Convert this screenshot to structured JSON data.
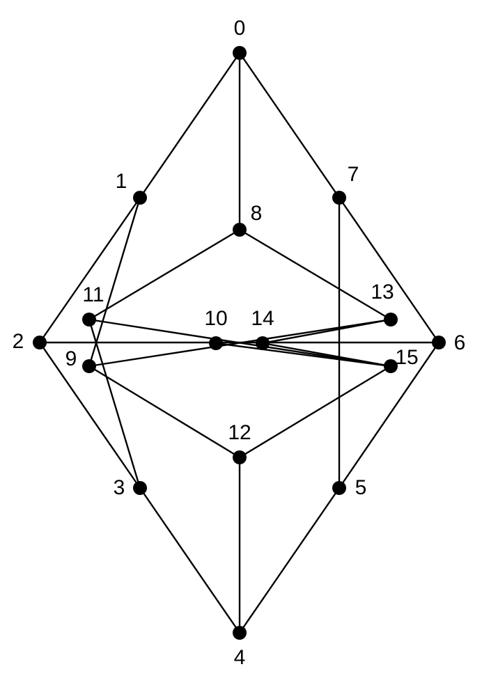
{
  "graph": {
    "colors": {
      "edge": "#000000",
      "node": "#000000",
      "label": "#000000",
      "background": "#ffffff"
    },
    "nodes": [
      {
        "id": 0,
        "label": "0"
      },
      {
        "id": 1,
        "label": "1"
      },
      {
        "id": 2,
        "label": "2"
      },
      {
        "id": 3,
        "label": "3"
      },
      {
        "id": 4,
        "label": "4"
      },
      {
        "id": 5,
        "label": "5"
      },
      {
        "id": 6,
        "label": "6"
      },
      {
        "id": 7,
        "label": "7"
      },
      {
        "id": 8,
        "label": "8"
      },
      {
        "id": 9,
        "label": "9"
      },
      {
        "id": 10,
        "label": "10"
      },
      {
        "id": 11,
        "label": "11"
      },
      {
        "id": 12,
        "label": "12"
      },
      {
        "id": 13,
        "label": "13"
      },
      {
        "id": 14,
        "label": "14"
      },
      {
        "id": 15,
        "label": "15"
      }
    ],
    "edges": [
      [
        0,
        1
      ],
      [
        0,
        8
      ],
      [
        0,
        7
      ],
      [
        1,
        2
      ],
      [
        1,
        9
      ],
      [
        2,
        3
      ],
      [
        2,
        6
      ],
      [
        3,
        4
      ],
      [
        3,
        11
      ],
      [
        4,
        5
      ],
      [
        4,
        12
      ],
      [
        5,
        6
      ],
      [
        5,
        7
      ],
      [
        6,
        7
      ],
      [
        8,
        11
      ],
      [
        8,
        13
      ],
      [
        9,
        12
      ],
      [
        9,
        13
      ],
      [
        10,
        15
      ],
      [
        11,
        15
      ],
      [
        12,
        15
      ],
      [
        13,
        14
      ],
      [
        14,
        15
      ]
    ]
  }
}
